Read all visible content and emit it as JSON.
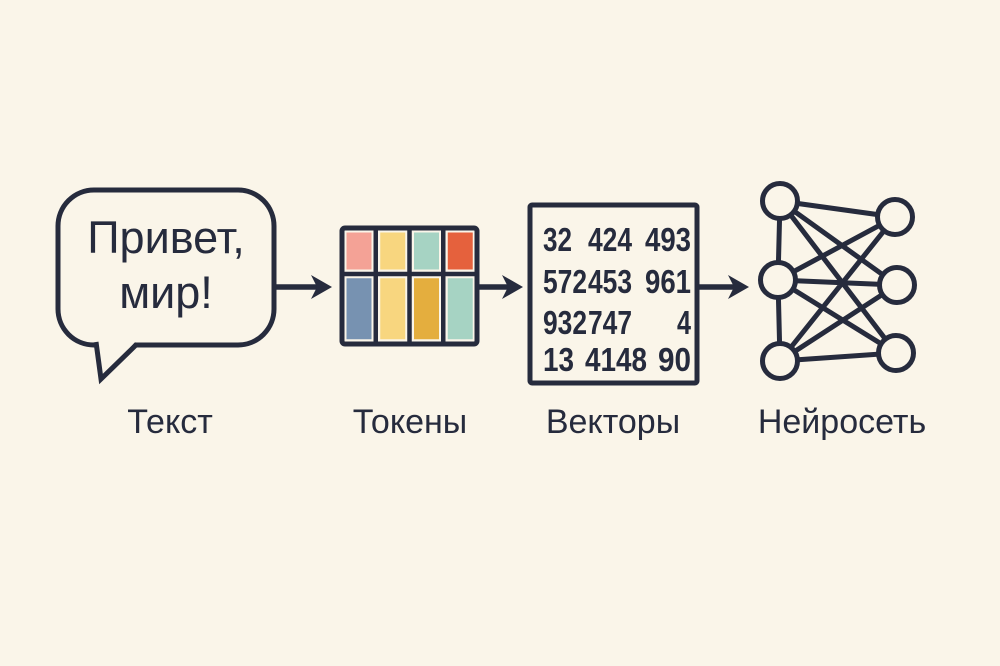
{
  "title": "Text to neural network pipeline diagram",
  "colors": {
    "background": "#faf5e9",
    "ink": "#262b3d"
  },
  "bubble": {
    "line1": "Привет,",
    "line2": "мир!",
    "label": "Текст"
  },
  "tokens": {
    "label": "Токены",
    "cells": {
      "top": [
        "#f4a296",
        "#f8d67f",
        "#a6d3c3",
        "#e5613d"
      ],
      "bottom": [
        "#7792b1",
        "#f8d67f",
        "#e4ae3e",
        "#a6d3c3"
      ]
    }
  },
  "vectors": {
    "label": "Векторы",
    "rows": [
      [
        "32",
        "424",
        "493"
      ],
      [
        "572",
        "453",
        "961"
      ],
      [
        "932",
        "747",
        "4"
      ],
      [
        "13",
        "4148",
        "90"
      ]
    ]
  },
  "network": {
    "label": "Нейросеть",
    "nodes": {
      "left_top": "#a9d4c4",
      "left_middle": "#a9d4c4",
      "left_bottom": "#7fa9cb",
      "right_top": "#f7d381",
      "right_middle": "#f6ab91",
      "right_bottom": "#f7d381"
    }
  }
}
